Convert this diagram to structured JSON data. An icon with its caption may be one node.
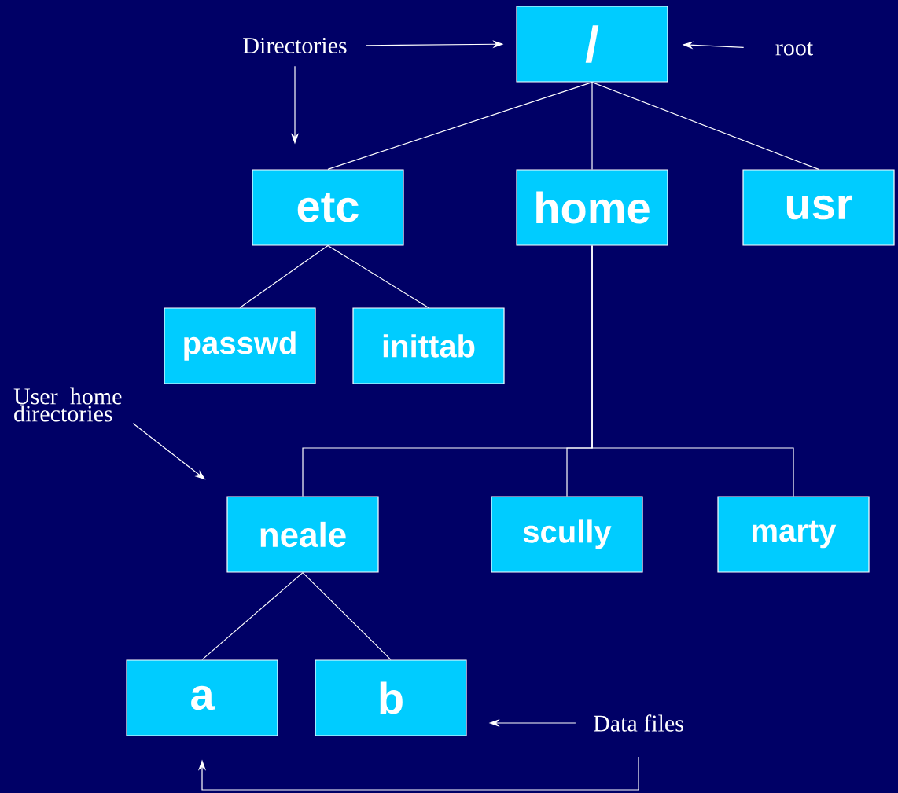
{
  "diagram": {
    "nodes": [
      {
        "text": [
          "/"
        ]
      },
      {
        "text": [
          "etc"
        ]
      },
      {
        "text": [
          "home"
        ]
      },
      {
        "text": [
          "usr"
        ]
      },
      {
        "text": [
          "passwd"
        ]
      },
      {
        "text": [
          "inittab"
        ]
      },
      {
        "text": [
          "neale"
        ]
      },
      {
        "text": [
          "scully"
        ]
      },
      {
        "text": [
          "marty"
        ]
      },
      {
        "text": [
          "a"
        ]
      },
      {
        "text": [
          "b"
        ]
      },
      {
        "text": [
          "Directories"
        ]
      },
      {
        "text": [
          "root"
        ]
      },
      {
        "text": [
          "User home directories"
        ]
      },
      {
        "text": [
          "Data files"
        ]
      }
    ],
    "edges": [
      {
        "from": 0,
        "to": 1,
        "arrow": "none"
      },
      {
        "from": 0,
        "to": 2,
        "arrow": "none"
      },
      {
        "from": 0,
        "to": 3,
        "arrow": "none"
      },
      {
        "from": 1,
        "to": 4,
        "arrow": "none"
      },
      {
        "from": 1,
        "to": 5,
        "arrow": "none"
      },
      {
        "from": 2,
        "to": 6,
        "arrow": "none"
      },
      {
        "from": 2,
        "to": 7,
        "arrow": "none"
      },
      {
        "from": 2,
        "to": 8,
        "arrow": "none"
      },
      {
        "from": 6,
        "to": 9,
        "arrow": "none"
      },
      {
        "from": 6,
        "to": 10,
        "arrow": "none"
      },
      {
        "from": 11,
        "to": 0,
        "arrow": "to"
      },
      {
        "from": 11,
        "to": 1,
        "arrow": "to"
      },
      {
        "from": 12,
        "to": 0,
        "arrow": "to"
      },
      {
        "from": 13,
        "to": 6,
        "arrow": "to"
      },
      {
        "from": 14,
        "to": 10,
        "arrow": "to"
      },
      {
        "from": 14,
        "to": 9,
        "arrow": "to"
      }
    ]
  }
}
